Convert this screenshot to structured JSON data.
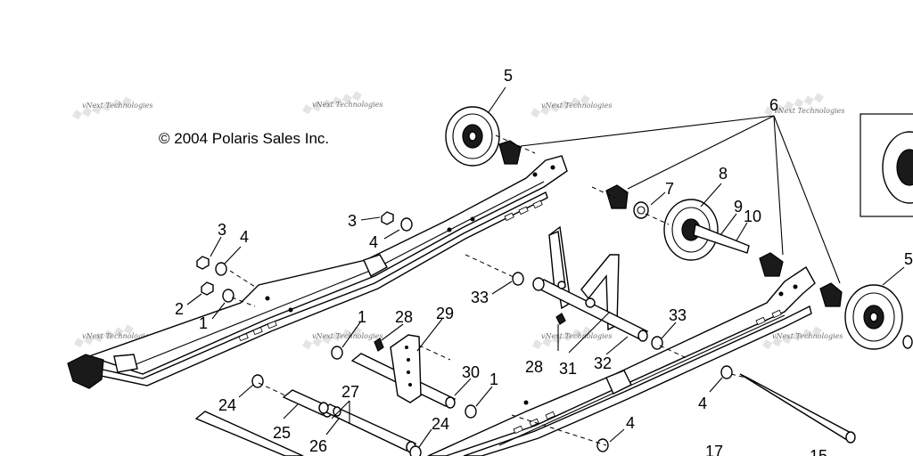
{
  "copyright": "© 2004 Polaris Sales Inc.",
  "watermark": {
    "text": "vNext Technologies",
    "color": "#6f6f6f"
  },
  "callouts": {
    "c5a": "5",
    "c6": "6",
    "c8": "8",
    "c7": "7",
    "c9": "9",
    "c10": "10",
    "c5b": "5",
    "c3a": "3",
    "c4a": "4",
    "c3b": "3",
    "c4b": "4",
    "c2": "2",
    "c1a": "1",
    "c33a": "33",
    "c1b": "1",
    "c28a": "28",
    "c29": "29",
    "c33b": "33",
    "c28b": "28",
    "c31": "31",
    "c32": "32",
    "c30": "30",
    "c1c": "1",
    "c27": "27",
    "c24a": "24",
    "c25": "25",
    "c26": "26",
    "c24b": "24",
    "c4c": "4",
    "c4d": "4",
    "c17": "17",
    "c15": "15"
  }
}
